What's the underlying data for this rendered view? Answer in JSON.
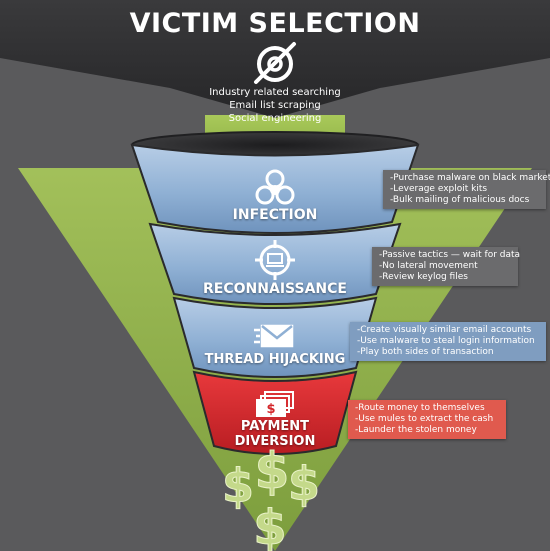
{
  "title": "VICTIM SELECTION",
  "victim_selection": {
    "icon": "at-sign-crossed-icon",
    "tactics": [
      "Industry related searching",
      "Email list scraping",
      "Social engineering"
    ]
  },
  "stages": [
    {
      "name": "INFECTION",
      "icon": "biohazard-icon",
      "tactics": [
        "-Purchase malware on black market",
        "-Leverage exploit kits",
        "-Bulk mailing of malicious docs"
      ]
    },
    {
      "name": "RECONNAISSANCE",
      "icon": "crosshair-laptop-icon",
      "tactics": [
        "-Passive tactics — wait for data",
        "-No lateral movement",
        "-Review keylog files"
      ]
    },
    {
      "name": "THREAD HIJACKING",
      "icon": "envelope-icon",
      "tactics": [
        "-Create visually similar email accounts",
        "-Use malware to steal login information",
        "-Play both sides of transaction"
      ]
    },
    {
      "name_lines": [
        "PAYMENT",
        "DIVERSION"
      ],
      "icon": "money-stack-icon",
      "tactics": [
        "-Route money to themselves",
        "-Use mules to extract the cash",
        "-Launder the stolen money"
      ]
    }
  ],
  "money": {
    "icon": "dollar-sign-icon",
    "symbol": "$"
  },
  "colors": {
    "background": "#5a5a5c",
    "top_band": "#2f2f31",
    "funnel_blue": "#8fb0d4",
    "funnel_red": "#d4262a",
    "arrow_green": "#9bbf4d",
    "note_gray": "#6b6b6d",
    "note_red": "#e05a4e"
  }
}
